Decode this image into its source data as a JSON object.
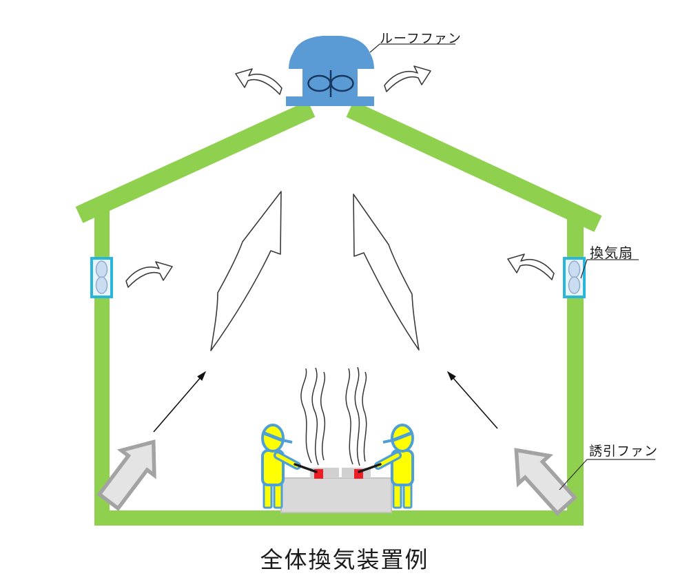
{
  "title": "全体換気装置例",
  "labels": {
    "roof_fan": "ルーフファン",
    "wall_fan": "換気扇",
    "induction_fan": "誘引ファン"
  },
  "colors": {
    "structure_green": "#8FD14F",
    "roof_fan_blue": "#5B9BD5",
    "propeller_navy": "#17375E",
    "fan_frame_cyan": "#29B5DC",
    "fan_panel_light": "#EAF4FB",
    "fan_blade_fill": "#C9DCF0",
    "fan_blade_stroke": "#8FAAD0",
    "worker_yellow": "#FFFF00",
    "worker_outline_blue": "#4D9FD6",
    "hot_spot_red": "#EE1C25",
    "equipment_gray_fill": "#E4E4E4",
    "equipment_gray_stroke": "#A3A3A3",
    "bench_gray": "#D9D9D9",
    "bench_stroke": "#C2C2C2",
    "line_dark": "#3A3A3A",
    "label_text": "#1A1A1A"
  }
}
